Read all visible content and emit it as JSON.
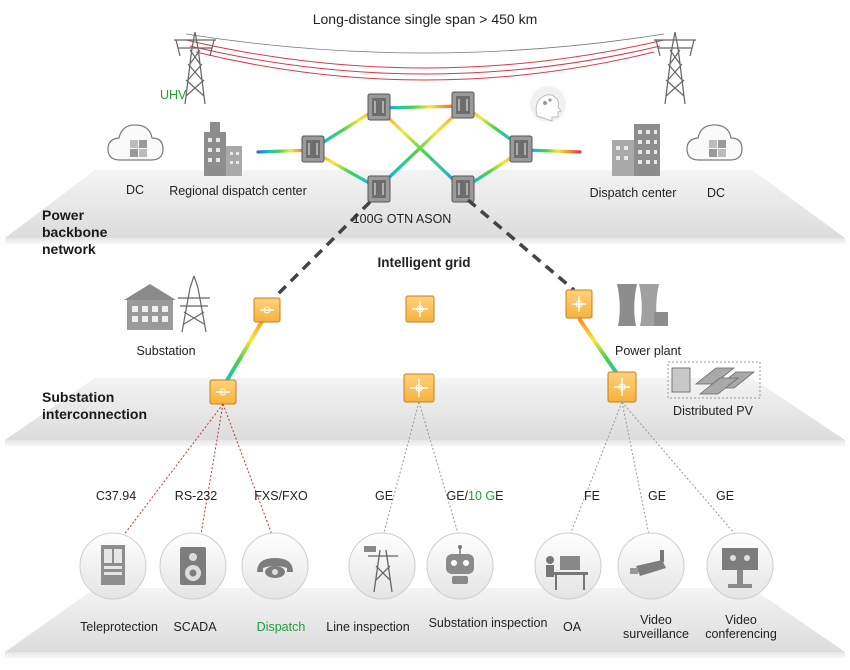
{
  "top": {
    "span_title": "Long-distance single span > 450 km",
    "uhv_label": "UHV"
  },
  "backbone": {
    "section_label_1": "Power",
    "section_label_2": "backbone",
    "section_label_3": "network",
    "dc_left": "DC",
    "regional_dispatch": "Regional dispatch center",
    "otn_label": "100G OTN ASON",
    "dispatch_center": "Dispatch center",
    "dc_right": "DC"
  },
  "grid": {
    "title": "Intelligent grid",
    "substation": "Substation",
    "power_plant": "Power plant",
    "distributed_pv": "Distributed PV",
    "section_label_1": "Substation",
    "section_label_2": "interconnection"
  },
  "interfaces": {
    "c3794": "C37.94",
    "rs232": "RS-232",
    "fxs": "FXS/FXO",
    "ge1": "GE",
    "ge10_prefix": "GE/",
    "ge10_green": "10 G",
    "ge10_suffix": "E",
    "fe": "FE",
    "ge2": "GE",
    "ge3": "GE"
  },
  "services": {
    "teleprotection": "Teleprotection",
    "scada": "SCADA",
    "dispatch": "Dispatch",
    "line_inspection": "Line inspection",
    "substation_inspection": "Substation inspection",
    "oa": "OA",
    "video_surveillance_1": "Video",
    "video_surveillance_2": "surveillance",
    "video_conf_1": "Video",
    "video_conf_2": "conferencing"
  },
  "colors": {
    "accent_green": "#1f9e3a",
    "node_orange": "#f4a62a",
    "otn_gray": "#8a8a8a",
    "rainbow": [
      "#1e6fd9",
      "#18c4c0",
      "#49d24a",
      "#f5e83a",
      "#f7902a",
      "#e8306a"
    ]
  }
}
